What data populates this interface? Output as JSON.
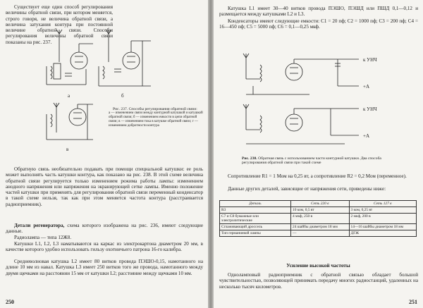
{
  "left": {
    "intro": "Существует еще один способ регулирования величины обратной связи, при котором меняется, строго говоря, не величина обратной связи, а величина затухания контура при постоянной величине обратной связи. Способы регулирования величины обратной связи показаны на рис. 237.",
    "figure_labels": {
      "a": "а",
      "b": "б",
      "v": "в"
    },
    "figure_caption_title": "Рис. 237. Способы регулирования обратной связи:",
    "figure_caption_items": "а — изменением связи между контурной катушкой и катушкой обратной связи; б — изменением емкости в цепи обратной связи; в — изменением тока в катушке обратной связи; г — изменением добротности контура",
    "para1": "Обратную связь необязательно подавать при помощи специальной катушки: ее роль может выполнять часть катушки контура, как показано на рис. 238. В этой схеме величина обратной связи регулируется только изменением режима работы лампы: изменением анодного напряжения или напряжения на экранирующей сетке лампы. Именно положение частей катушки при применять для регулирования обратной связи переменный конденсатор в такой схеме нельзя, так как при этом меняется частота контура (расстраивается радиоприемник).",
    "heading": "Детали регенератора,",
    "heading_rest": "схема которого изображена на рис. 236, имеют следующие данные.",
    "lamp": "Радиолампа — типа 12Ж8.",
    "para2": "Катушки L1, L2, L3 наматываются на каркас из электрокартона диаметром 20 мм, в качестве которого удобно использовать гильзу охотничьего патрона 16-го калибра.",
    "para3": "Средневолновая катушка L2 имеет 80 витков провода ПЭШО-0,15, намотанного на длине 10 мм из навал. Катушка L3 имеет 250 витков того же провода, намотанного между двумя щечками на расстоянии 15 мм от катушки L2; расстояние между щечками 10 мм.",
    "page_number": "250"
  },
  "right": {
    "para1": "Катушка L1 имеет 30—40 витков провода ПЭШО, ПЭШД или ПШД 0,1—0,12 и размещается между катушками L2 и L3.",
    "para2": "Конденсаторы имеют следующие емкости: C1 = 20 пф; C2 = 1000 пф; C3 = 200 пф; C4 = 16—450 пф; C5 = 5000 пф; C6 = 0,1—0,25 мкф.",
    "fig_labels": {
      "u1": "к УНЧ",
      "u2": "к УНЧ",
      "a1": "+А",
      "a2": "+А"
    },
    "figure_caption_title": "Рис. 238.",
    "figure_caption_text": "Обратная связь с использованием части контурной катушки. Два способа регулирования обратной связи при такой схеме",
    "resist": "Сопротивление R1 = 1 Мом на 0,25 вт, а сопротивление R2 = 0,2 Мом (переменное).",
    "table_intro": "Данные других деталей, зависящие от напряжения сети, приведены ниже:",
    "table": {
      "headers": [
        "Деталь",
        "Сеть 220 в",
        "Сеть 127 в"
      ],
      "rows": [
        [
          "R3",
          "10 ком, 0,5 вт",
          "3 ком, 0,25 вт"
        ],
        [
          "C7 и C8 бумажные или электролитические",
          "4 мкф, 250 в",
          "2 мкф, 200 в"
        ],
        [
          "Сглаживающий дроссель",
          "24 шайбы диаметром 18 мм",
          "14—16 шайбы диаметром 18 мм"
        ],
        [
          "Тип германиевой лампы",
          "—",
          "ДГЖ"
        ]
      ]
    },
    "heading": "Усиление высокой частоты",
    "para3": "Одноламповый радиоприемник с обратной связью обладает большой чувствительностью, позволяющей принимать передачу многих радиостанций, удаленных на несколько тысяч километров.",
    "page_number": "251"
  }
}
